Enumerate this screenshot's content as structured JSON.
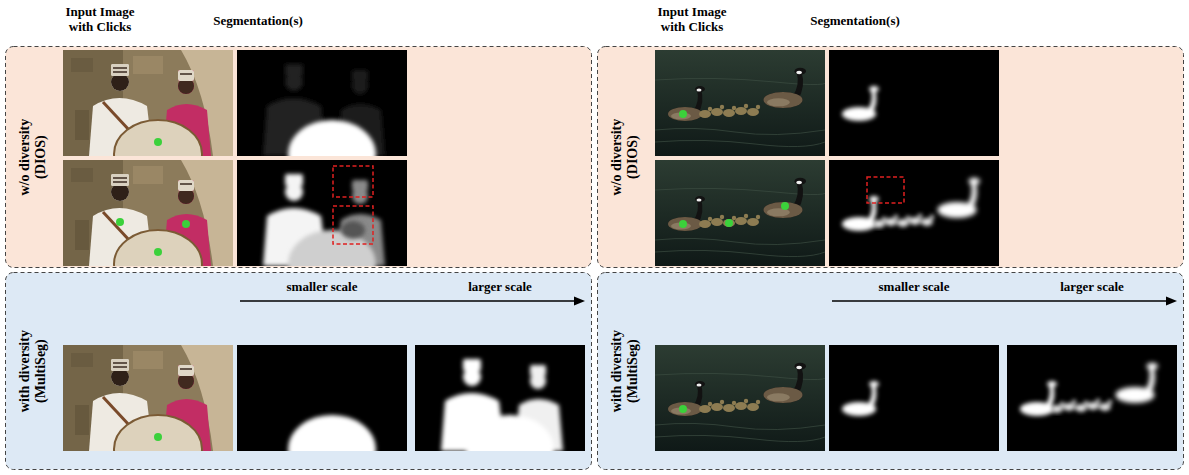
{
  "diagram": {
    "nodes": [
      {
        "text": [
          "w/o diversity (DIOS)"
        ]
      },
      {
        "text": [
          "w/o diversity (DIOS)"
        ]
      },
      {
        "text": [
          "with diversity (MultiSeg)"
        ]
      },
      {
        "text": [
          "with diversity (MultiSeg)"
        ]
      }
    ],
    "labels": [
      "Input Image with Clicks",
      "Segmentation(s)",
      "Input Image with Clicks",
      "Segmentation(s)",
      "smaller scale",
      "larger scale",
      "smaller scale",
      "larger scale"
    ]
  }
}
